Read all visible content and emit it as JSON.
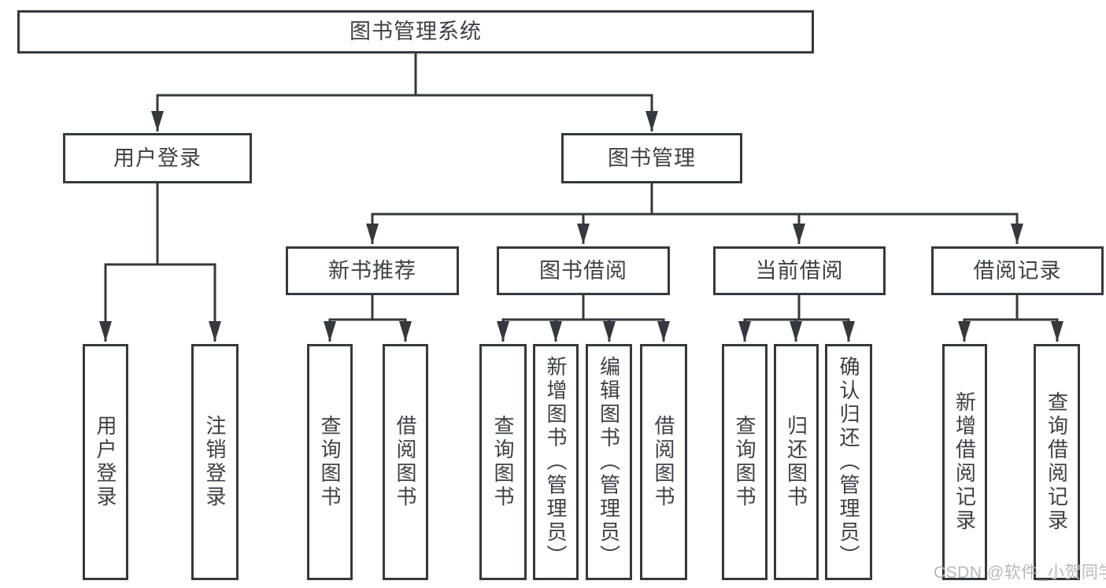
{
  "title": "图书管理系统",
  "nodes": {
    "root": {
      "label": "图书管理系统"
    },
    "userLogin": {
      "label": "用户登录"
    },
    "bookMgmt": {
      "label": "图书管理"
    },
    "newBookRec": {
      "label": "新书推荐"
    },
    "bookBorrow": {
      "label": "图书借阅"
    },
    "currentBorrow": {
      "label": "当前借阅"
    },
    "borrowRecord": {
      "label": "借阅记录"
    },
    "leafUserLogin": {
      "label": "用户登录"
    },
    "leafLogout": {
      "label": "注销登录"
    },
    "leafRecQuery": {
      "label": "查询图书"
    },
    "leafRecBorrow": {
      "label": "借阅图书"
    },
    "leafBorrowQuery": {
      "label": "查询图书"
    },
    "leafBorrowAdd": {
      "label": "新增图书（管理员）"
    },
    "leafBorrowEdit": {
      "label": "编辑图书（管理员）"
    },
    "leafBorrowBorrow": {
      "label": "借阅图书"
    },
    "leafCurQuery": {
      "label": "查询图书"
    },
    "leafCurReturn": {
      "label": "归还图书"
    },
    "leafCurConfirm": {
      "label": "确认归还（管理员）"
    },
    "leafRecordAdd": {
      "label": "新增借阅记录"
    },
    "leafRecordQuery": {
      "label": "查询借阅记录"
    }
  },
  "structure": {
    "root": "图书管理系统",
    "children": [
      {
        "label": "用户登录",
        "children": [
          "用户登录",
          "注销登录"
        ]
      },
      {
        "label": "图书管理",
        "children": [
          {
            "label": "新书推荐",
            "children": [
              "查询图书",
              "借阅图书"
            ]
          },
          {
            "label": "图书借阅",
            "children": [
              "查询图书",
              "新增图书（管理员）",
              "编辑图书（管理员）",
              "借阅图书"
            ]
          },
          {
            "label": "当前借阅",
            "children": [
              "查询图书",
              "归还图书",
              "确认归还（管理员）"
            ]
          },
          {
            "label": "借阅记录",
            "children": [
              "新增借阅记录",
              "查询借阅记录"
            ]
          }
        ]
      }
    ]
  },
  "watermark": {
    "text": "CSDN @软件_小贺同学"
  },
  "colors": {
    "line": "#35393d",
    "box_border": "#35393d",
    "text": "#3c4147",
    "watermark": "#b4b9bf",
    "background": "#ffffff"
  }
}
